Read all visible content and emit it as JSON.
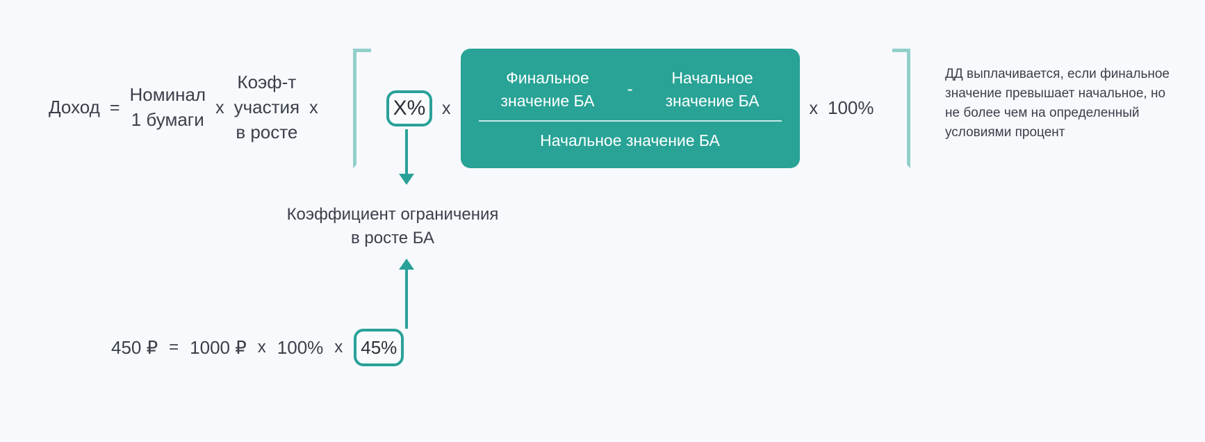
{
  "theme": {
    "background": "#f7f9fc",
    "accent_green": "#28a396",
    "accent_teal": "#2aa198",
    "bracket_teal": "#92cfcb",
    "text": "#3a3f4a",
    "box_text": "#ffffff"
  },
  "formula": {
    "result_label": "Доход",
    "equals": "=",
    "term1": "Номинал\n1 бумаги",
    "op1": "x",
    "term2": "Коэф-т\nучастия\nв росте",
    "op2": "x",
    "cap_chip": "X%",
    "op3": "x",
    "op4": "x",
    "multiplier": "100%"
  },
  "green_box": {
    "numerator_left": "Финальное\nзначение БА",
    "minus": "-",
    "numerator_right": "Начальное\nзначение БА",
    "denominator": "Начальное значение БА"
  },
  "note": {
    "text": "ДД выплачивается, если финальное значение превышает начальное, но не более чем на определенный условиями процент"
  },
  "caption": {
    "line1": "Коэффициент ограничения",
    "line2": "в росте БА"
  },
  "example": {
    "result": "450 ₽",
    "equals": "=",
    "nominal": "1000 ₽",
    "op1": "x",
    "participation": "100%",
    "op2": "x",
    "cap": "45%"
  }
}
